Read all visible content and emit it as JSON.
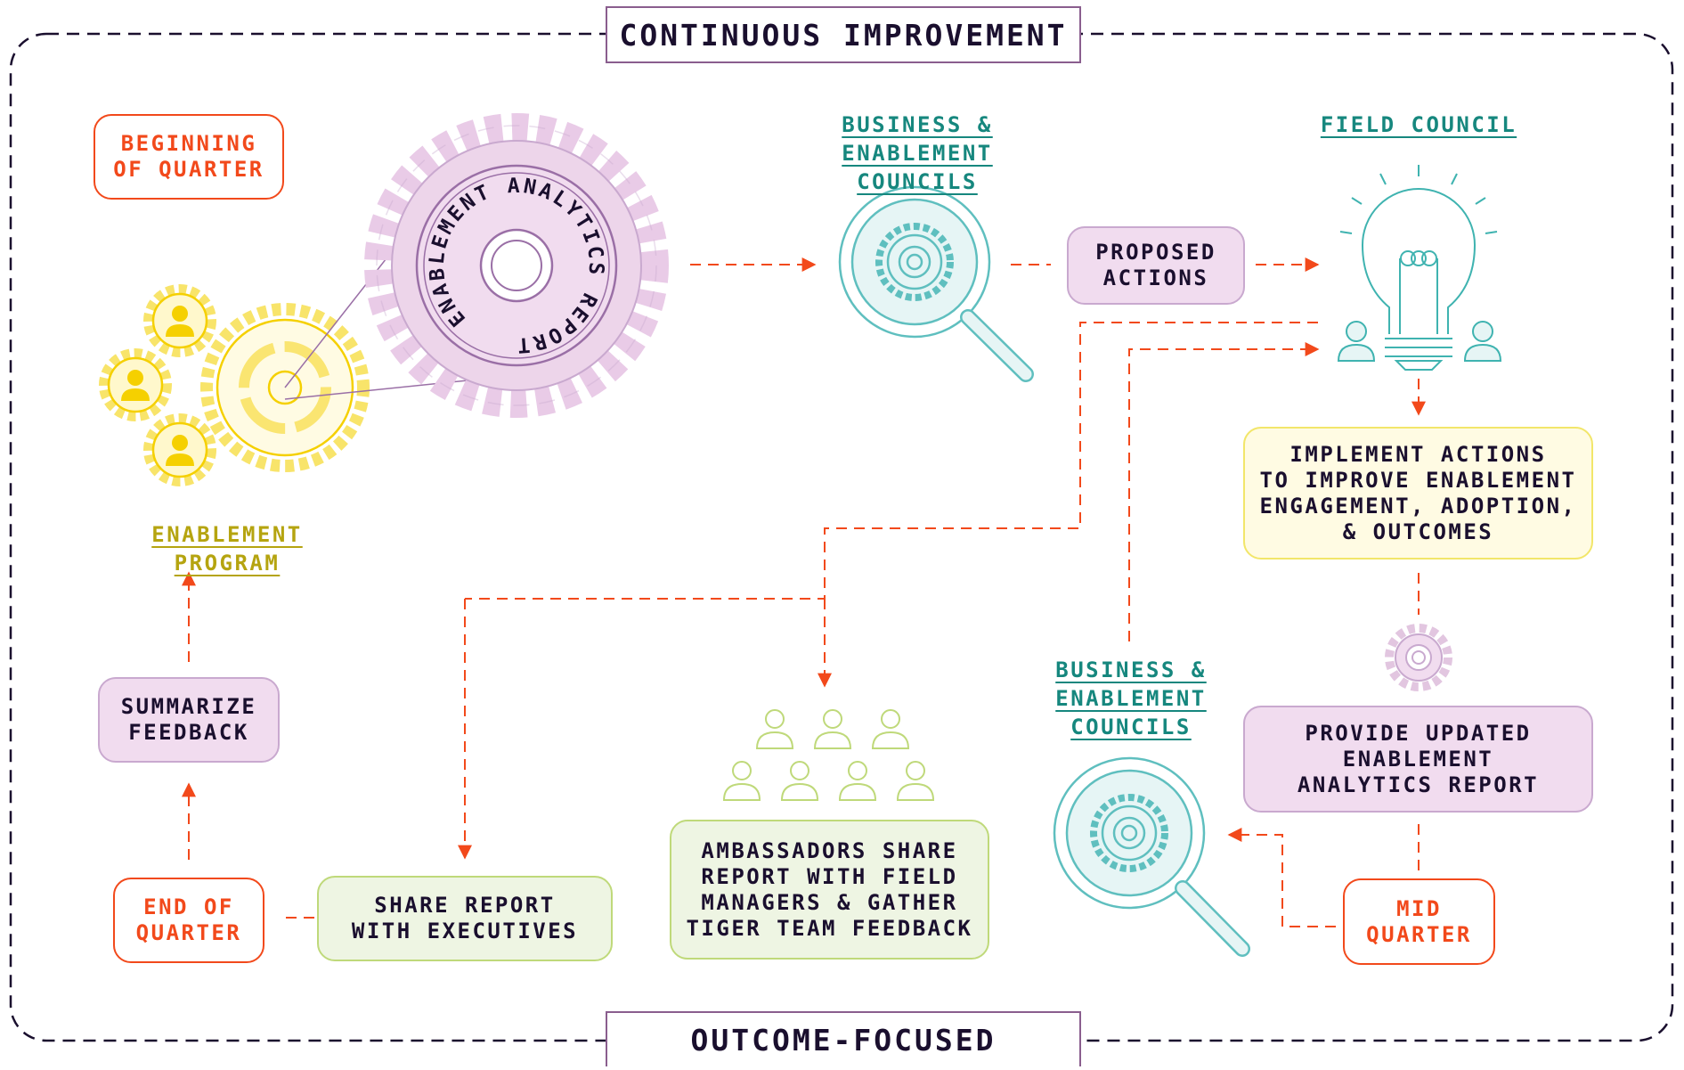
{
  "frame": {
    "top_label": "CONTINUOUS IMPROVEMENT",
    "bottom_label": "OUTCOME-FOCUSED"
  },
  "boxes": {
    "beginning_of_quarter": "BEGINNING\nOF QUARTER",
    "proposed_actions": "PROPOSED\nACTIONS",
    "implement_actions": "IMPLEMENT ACTIONS\nTO IMPROVE ENABLEMENT\nENGAGEMENT, ADOPTION,\n& OUTCOMES",
    "provide_updated_report": "PROVIDE UPDATED\nENABLEMENT\nANALYTICS REPORT",
    "mid_quarter": "MID\nQUARTER",
    "summarize_feedback": "SUMMARIZE\nFEEDBACK",
    "end_of_quarter": "END OF\nQUARTER",
    "share_report_executives": "SHARE REPORT\nWITH EXECUTIVES",
    "ambassadors_share": "AMBASSADORS SHARE\nREPORT WITH FIELD\nMANAGERS & GATHER\nTIGER TEAM FEEDBACK"
  },
  "headings": {
    "business_councils_top": "BUSINESS &\nENABLEMENT COUNCILS",
    "field_council": "FIELD COUNCIL",
    "enablement_program": "ENABLEMENT PROGRAM",
    "business_councils_bottom": "BUSINESS &\nENABLEMENT\nCOUNCILS"
  },
  "gear_ring_text": "ENABLEMENT ANALYTICS REPORT",
  "colors": {
    "orange": "#f2491b",
    "teal": "#16877e",
    "pink": "#f1dcef",
    "pink_stroke": "#c9a9cf",
    "yellow": "#f5d000",
    "olive": "#b5a410",
    "green": "#bfd97a",
    "dark": "#1a0f2e"
  },
  "icons": [
    "gear-icon",
    "magnifier-gear-icon",
    "lightbulb-icon",
    "person-icon",
    "people-group-icon"
  ]
}
